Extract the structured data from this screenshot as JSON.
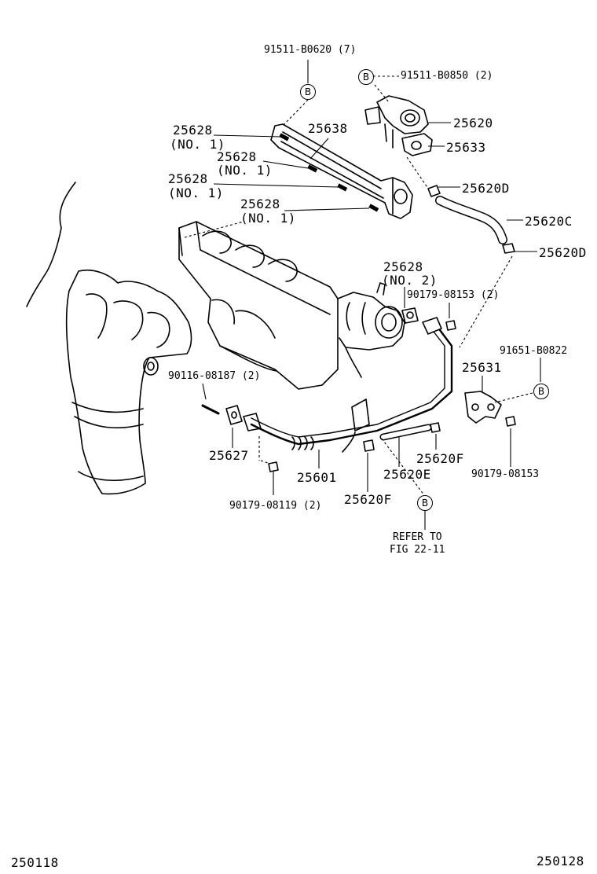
{
  "labels": {
    "p_91511_b0620": "91511-B0620 (7)",
    "p_91511_b0850": "91511-B0850 (2)",
    "p_25620": "25620",
    "p_25633": "25633",
    "p_25628_a": "25628",
    "p_25628_a_sub": "(NO. 1)",
    "p_25628_b": "25628",
    "p_25628_b_sub": "(NO. 1)",
    "p_25628_c": "25628",
    "p_25628_c_sub": "(NO. 1)",
    "p_25628_d": "25628",
    "p_25628_d_sub": "(NO. 1)",
    "p_25638": "25638",
    "p_25620d_top": "25620D",
    "p_25620c": "25620C",
    "p_25620d_bot": "25620D",
    "p_25628_no2": "25628",
    "p_25628_no2_sub": "(NO. 2)",
    "p_90179_08153_2": "90179-08153 (2)",
    "p_91651_b0822": "91651-B0822",
    "p_25631": "25631",
    "p_90116_08187": "90116-08187 (2)",
    "p_25627": "25627",
    "p_25601": "25601",
    "p_25620e": "25620E",
    "p_25620f_right": "25620F",
    "p_25620f_bot": "25620F",
    "p_90179_08153": "90179-08153",
    "p_90179_08119": "90179-08119 (2)",
    "refer_line1": "REFER TO",
    "refer_line2": "FIG 22-11",
    "code_left": "250118",
    "code_right": "250128"
  },
  "callouts": {
    "b1": "B",
    "b2": "B",
    "b3": "B",
    "b4": "B"
  }
}
